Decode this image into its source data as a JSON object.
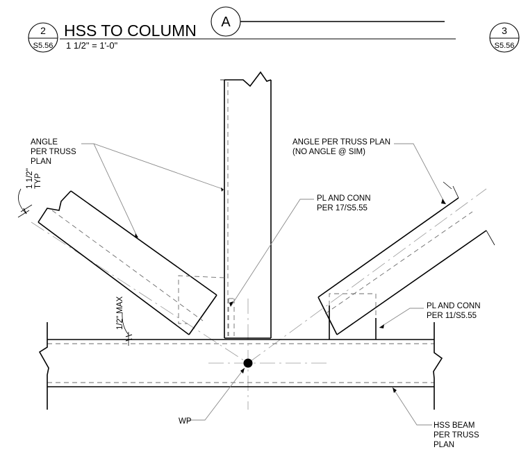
{
  "title_block": {
    "detail_number": "2",
    "detail_sheet": "S5.56",
    "title": "HSS TO COLUMN",
    "scale": "1 1/2\" = 1'-0\"",
    "grid_label": "A",
    "reference_number": "3",
    "reference_sheet": "S5.56"
  },
  "notes": {
    "angle_left": [
      "ANGLE",
      "PER TRUSS",
      "PLAN"
    ],
    "angle_right": [
      "ANGLE PER TRUSS PLAN",
      "(NO ANGLE @ SIM)"
    ],
    "pl_conn_top": [
      "PL AND CONN",
      "PER 17/S5.55"
    ],
    "pl_conn_right": [
      "PL AND CONN",
      "PER 11/S5.55"
    ],
    "dim_typ": [
      "1 1/2\"",
      "TYP"
    ],
    "dim_max": "1/2\" MAX",
    "wp": "WP",
    "hss_beam": [
      "HSS BEAM",
      "PER TRUSS",
      "PLAN"
    ]
  }
}
